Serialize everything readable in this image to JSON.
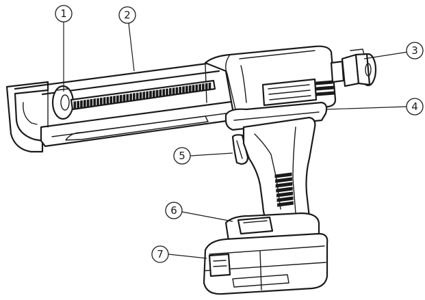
{
  "callouts": {
    "c1": {
      "label": "1"
    },
    "c2": {
      "label": "2"
    },
    "c3": {
      "label": "3"
    },
    "c4": {
      "label": "4"
    },
    "c5": {
      "label": "5"
    },
    "c6": {
      "label": "6"
    },
    "c7": {
      "label": "7"
    }
  },
  "colors": {
    "line": "#1a1a1a",
    "background": "#ffffff"
  }
}
